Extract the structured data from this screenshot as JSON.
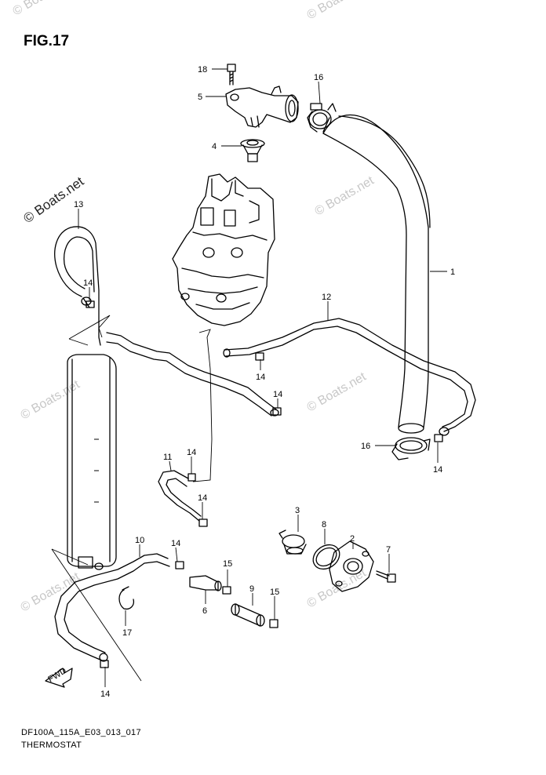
{
  "figure": {
    "title": "FIG.17"
  },
  "footer": {
    "code": "DF100A_115A_E03_013_017",
    "name": "THERMOSTAT"
  },
  "watermark": {
    "text": "© Boats.net"
  },
  "callouts": [
    "18",
    "5",
    "16",
    "4",
    "13",
    "1",
    "14",
    "12",
    "14",
    "14",
    "11",
    "14",
    "14",
    "3",
    "8",
    "2",
    "7",
    "10",
    "14",
    "15",
    "9",
    "15",
    "6",
    "17",
    "14",
    "16",
    "14"
  ],
  "fwd_label": "FWD"
}
